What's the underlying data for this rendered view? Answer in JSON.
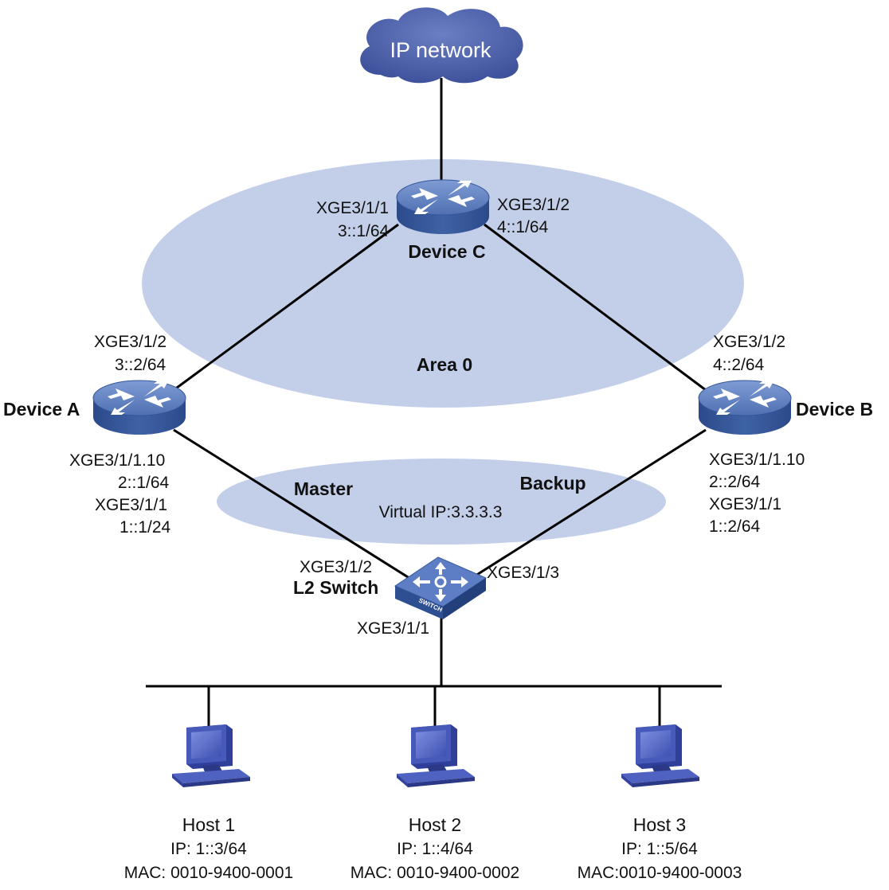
{
  "cloud": {
    "label": "IP network"
  },
  "areas": {
    "area0": "Area 0",
    "vrrp_virtual_ip": "Virtual IP:3.3.3.3"
  },
  "roles": {
    "master": "Master",
    "backup": "Backup"
  },
  "device_c": {
    "name": "Device C",
    "left_if": "XGE3/1/1",
    "left_ip": "3::1/64",
    "right_if": "XGE3/1/2",
    "right_ip": "4::1/64"
  },
  "device_a": {
    "name": "Device A",
    "up_if": "XGE3/1/2",
    "up_ip": "3::2/64",
    "sub_if": "XGE3/1/1.10",
    "sub_ip": "2::1/64",
    "if": "XGE3/1/1",
    "ip": "1::1/24"
  },
  "device_b": {
    "name": "Device B",
    "up_if": "XGE3/1/2",
    "up_ip": "4::2/64",
    "sub_if": "XGE3/1/1.10",
    "sub_ip": "2::2/64",
    "if": "XGE3/1/1",
    "ip": "1::2/64"
  },
  "switch": {
    "name": "L2 Switch",
    "badge": "SWITCH",
    "left_if": "XGE3/1/2",
    "right_if": "XGE3/1/3",
    "down_if": "XGE3/1/1"
  },
  "hosts": [
    {
      "name": "Host 1",
      "ip": "IP: 1::3/64",
      "mac": "MAC: 0010-9400-0001"
    },
    {
      "name": "Host 2",
      "ip": "IP: 1::4/64",
      "mac": "MAC: 0010-9400-0002"
    },
    {
      "name": "Host 3",
      "ip": "IP: 1::5/64",
      "mac": "MAC:0010-9400-0003"
    }
  ],
  "colors": {
    "area_fill": "#c3cfe9",
    "device_body": "#4d6fb0",
    "device_top": "#6c8ccb",
    "device_dark": "#2c4d8e",
    "cloud": "#4c5fa8",
    "line": "#000000"
  }
}
